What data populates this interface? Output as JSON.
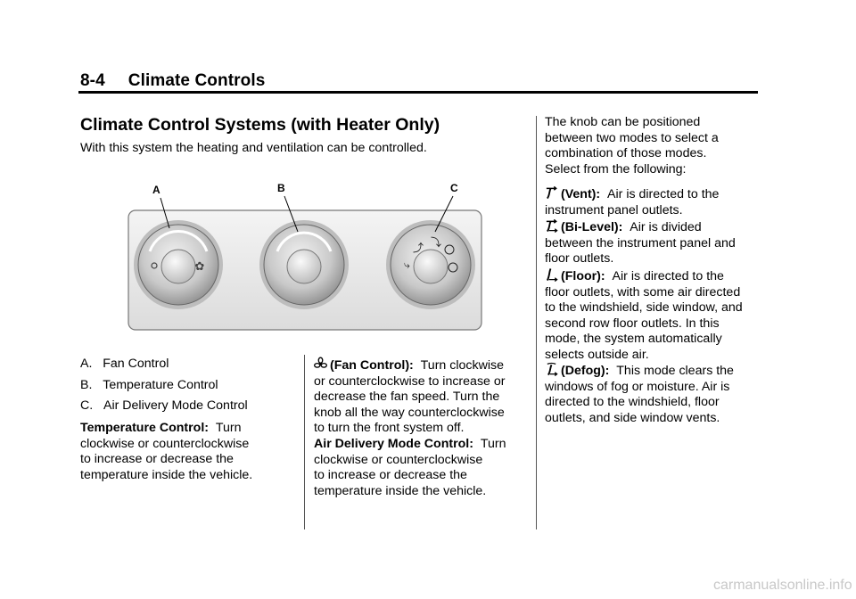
{
  "header": {
    "section_number": "8-4",
    "section_title": "Climate Controls"
  },
  "main": {
    "title": "Climate Control Systems (with Heater Only)",
    "intro": "With this system the heating and ventilation can be controlled."
  },
  "figure": {
    "callout_a": "A",
    "callout_b": "B",
    "callout_c": "C"
  },
  "legend": [
    {
      "letter": "A.",
      "text": "Fan Control"
    },
    {
      "letter": "B.",
      "text": "Temperature Control"
    },
    {
      "letter": "C.",
      "text": "Air Delivery Mode Control"
    }
  ],
  "temperature": {
    "label": "Temperature Control:",
    "lines": [
      "Turn",
      "clockwise or counterclockwise",
      "to increase or decrease the",
      "temperature inside the vehicle."
    ]
  },
  "fan": {
    "label": "(Fan Control):",
    "icon": "fan-icon",
    "lines": [
      "Turn clockwise",
      "or counterclockwise to increase or",
      "decrease the fan speed. Turn the",
      "knob all the way counterclockwise",
      "to turn the front system off."
    ]
  },
  "air_delivery": {
    "label": "Air Delivery Mode Control:",
    "lines": [
      "Turn",
      "clockwise or counterclockwise",
      "to increase or decrease the",
      "temperature inside the vehicle."
    ]
  },
  "right": {
    "knob_text": [
      "The knob can be positioned",
      "between two modes to select a",
      "combination of those modes."
    ],
    "select_text": "Select from the following:",
    "vent": {
      "label": "(Vent):",
      "icon": "vent-icon",
      "lines": [
        "Air is directed to the",
        "instrument panel outlets."
      ]
    },
    "bilevel": {
      "label": "(Bi-Level):",
      "icon": "bilevel-icon",
      "lines": [
        "Air is divided",
        "between the instrument panel and",
        "floor outlets."
      ]
    },
    "floor": {
      "label": "(Floor):",
      "icon": "floor-icon",
      "lines": [
        "Air is directed to the",
        "floor outlets, with some air directed",
        "to the windshield, side window, and",
        "second row floor outlets. In this",
        "mode, the system automatically",
        "selects outside air."
      ]
    },
    "defog": {
      "label": "(Defog):",
      "icon": "defog-icon",
      "lines": [
        "This mode clears the",
        "windows of fog or moisture. Air is",
        "directed to the windshield, floor",
        "outlets, and side window vents."
      ]
    }
  },
  "watermark": "carmanualsonline.info"
}
